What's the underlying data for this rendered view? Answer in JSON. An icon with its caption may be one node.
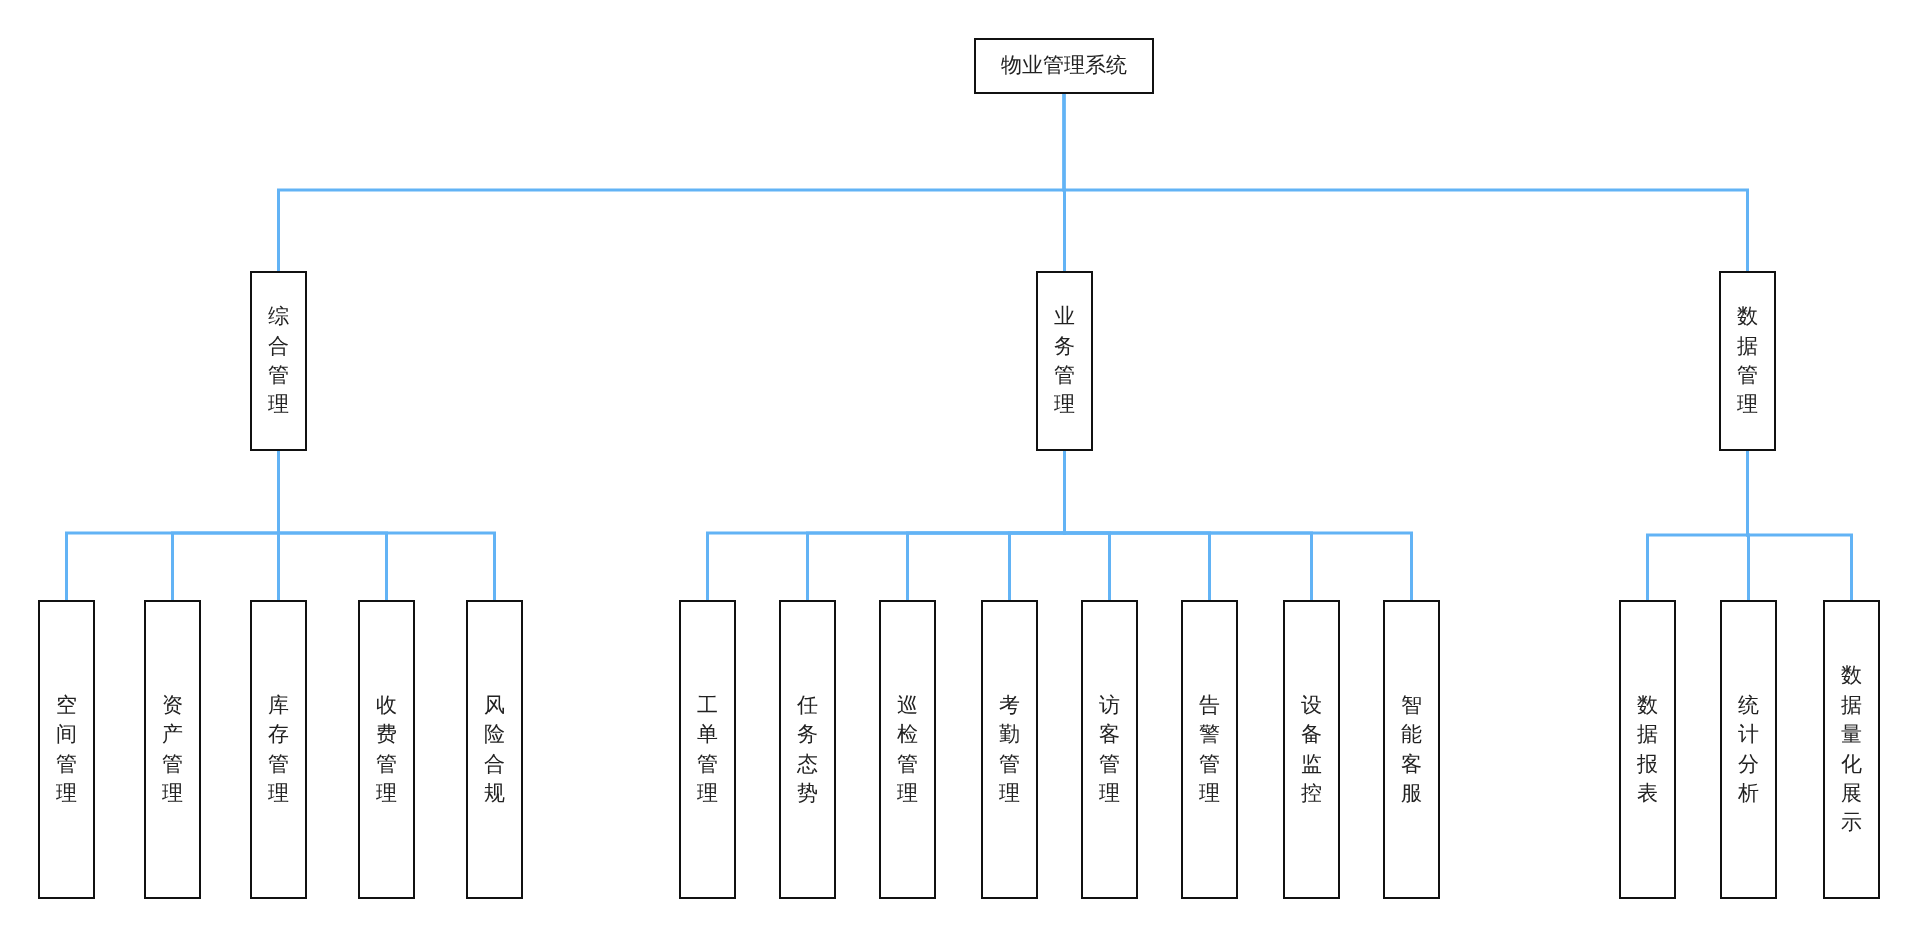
{
  "diagram": {
    "nodes": [
      {
        "text": [
          "物业管理系统"
        ]
      },
      {
        "text": [
          "综合管理"
        ]
      },
      {
        "text": [
          "业务管理"
        ]
      },
      {
        "text": [
          "数据管理"
        ]
      },
      {
        "text": [
          "空间管理"
        ]
      },
      {
        "text": [
          "资产管理"
        ]
      },
      {
        "text": [
          "库存管理"
        ]
      },
      {
        "text": [
          "收费管理"
        ]
      },
      {
        "text": [
          "风险合规"
        ]
      },
      {
        "text": [
          "工单管理"
        ]
      },
      {
        "text": [
          "任务态势"
        ]
      },
      {
        "text": [
          "巡检管理"
        ]
      },
      {
        "text": [
          "考勤管理"
        ]
      },
      {
        "text": [
          "访客管理"
        ]
      },
      {
        "text": [
          "告警管理"
        ]
      },
      {
        "text": [
          "设备监控"
        ]
      },
      {
        "text": [
          "智能客服"
        ]
      },
      {
        "text": [
          "数据报表"
        ]
      },
      {
        "text": [
          "统计分析"
        ]
      },
      {
        "text": [
          "数据量化展示"
        ]
      }
    ],
    "edges": [
      {
        "from": 0,
        "to": 1,
        "arrow": "none"
      },
      {
        "from": 0,
        "to": 2,
        "arrow": "none"
      },
      {
        "from": 0,
        "to": 3,
        "arrow": "none"
      },
      {
        "from": 1,
        "to": 4,
        "arrow": "none"
      },
      {
        "from": 1,
        "to": 5,
        "arrow": "none"
      },
      {
        "from": 1,
        "to": 6,
        "arrow": "none"
      },
      {
        "from": 1,
        "to": 7,
        "arrow": "none"
      },
      {
        "from": 1,
        "to": 8,
        "arrow": "none"
      },
      {
        "from": 2,
        "to": 9,
        "arrow": "none"
      },
      {
        "from": 2,
        "to": 10,
        "arrow": "none"
      },
      {
        "from": 2,
        "to": 11,
        "arrow": "none"
      },
      {
        "from": 2,
        "to": 12,
        "arrow": "none"
      },
      {
        "from": 2,
        "to": 13,
        "arrow": "none"
      },
      {
        "from": 2,
        "to": 14,
        "arrow": "none"
      },
      {
        "from": 2,
        "to": 15,
        "arrow": "none"
      },
      {
        "from": 2,
        "to": 16,
        "arrow": "none"
      },
      {
        "from": 3,
        "to": 17,
        "arrow": "none"
      },
      {
        "from": 3,
        "to": 18,
        "arrow": "none"
      },
      {
        "from": 3,
        "to": 19,
        "arrow": "none"
      }
    ]
  }
}
